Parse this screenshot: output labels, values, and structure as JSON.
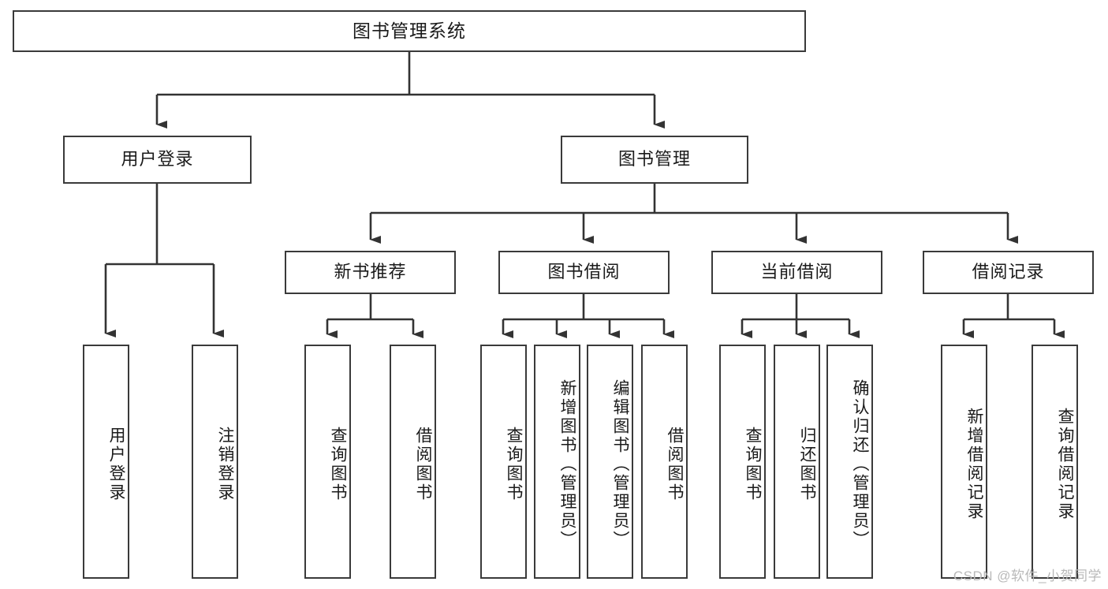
{
  "diagram": {
    "title": "图书管理系统",
    "type": "tree-hierarchy-diagram",
    "watermark": "CSDN @软件_小贺同学",
    "colors": {
      "box_border": "#3a3a3a",
      "box_fill": "#ffffff",
      "connector": "#333333",
      "text": "#1a1a1a",
      "watermark": "#b9b9b9",
      "background": "#ffffff"
    },
    "nodes": {
      "root": {
        "label": "图书管理系统"
      },
      "level2": [
        {
          "id": "user-login",
          "label": "用户登录"
        },
        {
          "id": "book-manage",
          "label": "图书管理"
        }
      ],
      "level3": [
        {
          "id": "new-book-recommend",
          "label": "新书推荐"
        },
        {
          "id": "book-borrow",
          "label": "图书借阅"
        },
        {
          "id": "current-borrow",
          "label": "当前借阅"
        },
        {
          "id": "borrow-record",
          "label": "借阅记录"
        }
      ],
      "leaves": {
        "user_login": [
          {
            "id": "leaf-user-login",
            "label": "用户登录"
          },
          {
            "id": "leaf-logout-login",
            "label": "注销登录"
          }
        ],
        "new_book_recommend": [
          {
            "id": "leaf-query-book-1",
            "label": "查询图书"
          },
          {
            "id": "leaf-borrow-book-1",
            "label": "借阅图书"
          }
        ],
        "book_borrow": [
          {
            "id": "leaf-query-book-2",
            "label": "查询图书"
          },
          {
            "id": "leaf-add-book",
            "label": "新增图书（管理员）"
          },
          {
            "id": "leaf-edit-book",
            "label": "编辑图书（管理员）"
          },
          {
            "id": "leaf-borrow-book-2",
            "label": "借阅图书"
          }
        ],
        "current_borrow": [
          {
            "id": "leaf-query-book-3",
            "label": "查询图书"
          },
          {
            "id": "leaf-return-book",
            "label": "归还图书"
          },
          {
            "id": "leaf-confirm-return",
            "label": "确认归还（管理员）"
          }
        ],
        "borrow_record": [
          {
            "id": "leaf-add-record",
            "label": "新增借阅记录"
          },
          {
            "id": "leaf-query-record",
            "label": "查询借阅记录"
          }
        ]
      }
    }
  }
}
